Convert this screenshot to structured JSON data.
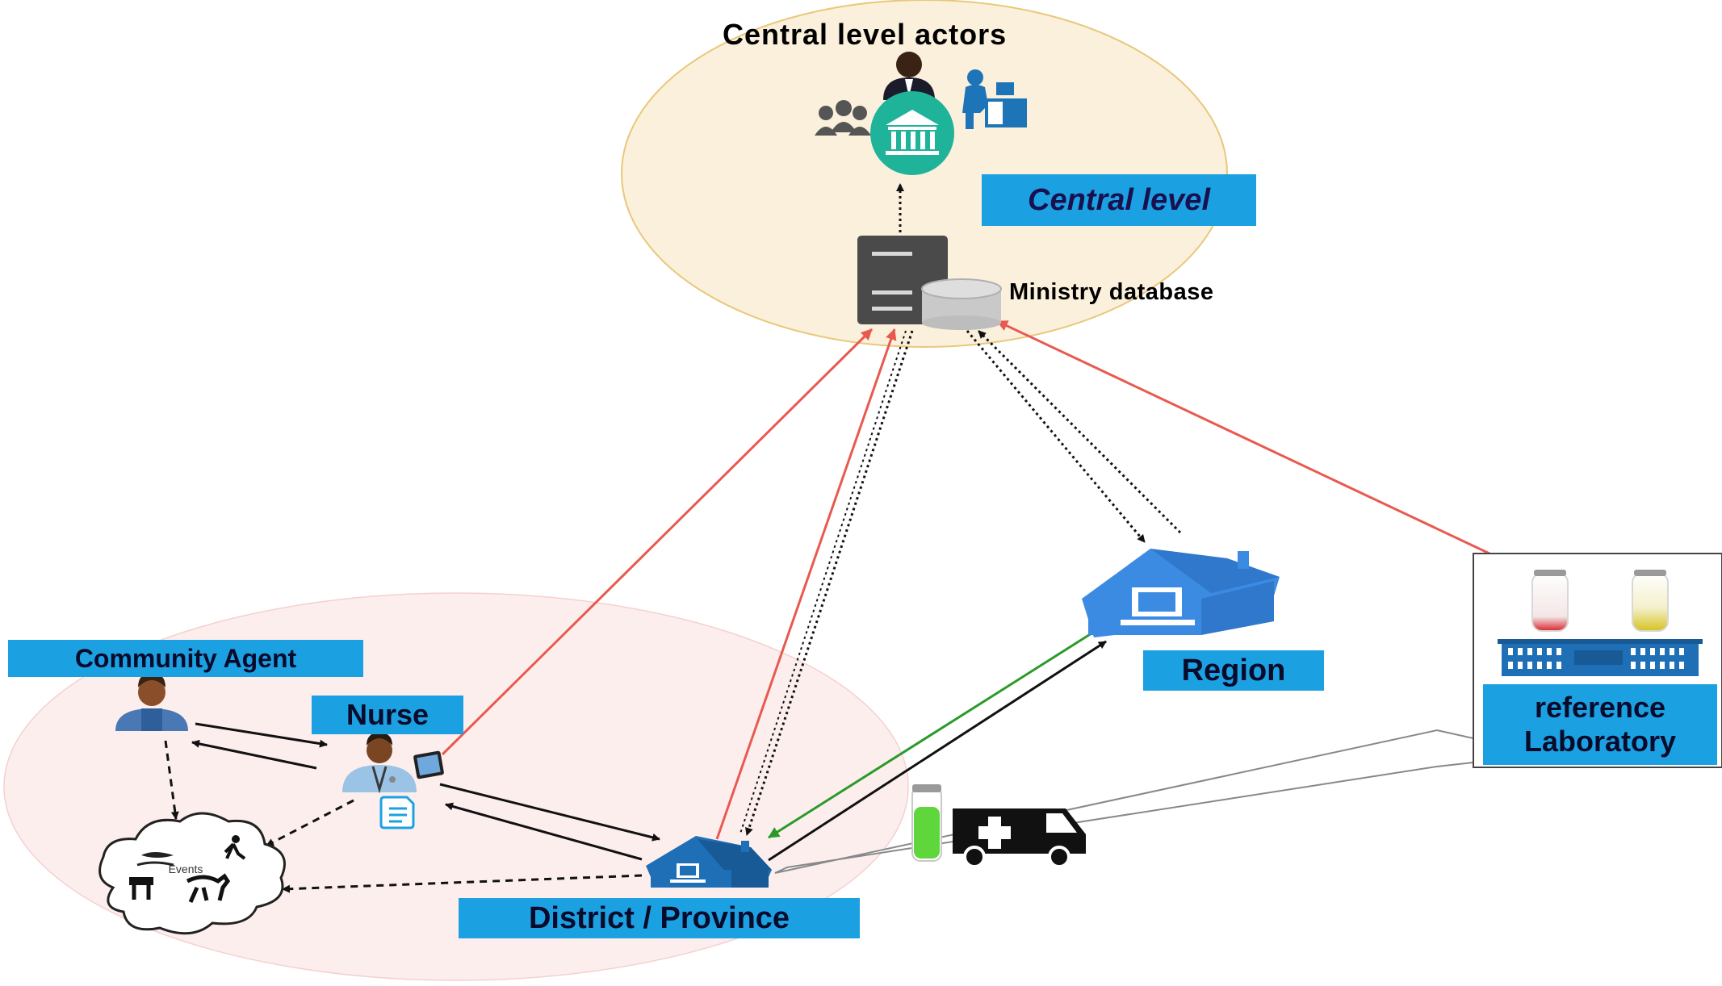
{
  "central": {
    "actors_title": "Central level actors",
    "level_label": "Central level",
    "database_label": "Ministry database"
  },
  "nodes": {
    "community_agent": "Community Agent",
    "nurse": "Nurse",
    "district": "District / Province",
    "region": "Region",
    "lab": "reference Laboratory",
    "events": "Events"
  },
  "colors": {
    "central_ellipse_fill": "#fbf0dc",
    "central_ellipse_stroke": "#e8c87a",
    "local_ellipse_fill": "#fdeeee",
    "label_bg": "#1ba1e2",
    "house_blue": "#1e6fb5",
    "region_blue": "#3c8be3",
    "report_red": "#e85a50",
    "feedback_green": "#2a9a2a",
    "teal": "#1fb39a"
  },
  "icons": [
    "users-icon",
    "official-icon",
    "government-building-icon",
    "desk-worker-icon",
    "server-icon",
    "database-icon",
    "person-icon",
    "doctor-icon",
    "tablet-icon",
    "document-icon",
    "house-icon",
    "computer-icon",
    "test-tube-icon",
    "laboratory-building-icon",
    "ambulance-icon",
    "cloud-icon"
  ]
}
